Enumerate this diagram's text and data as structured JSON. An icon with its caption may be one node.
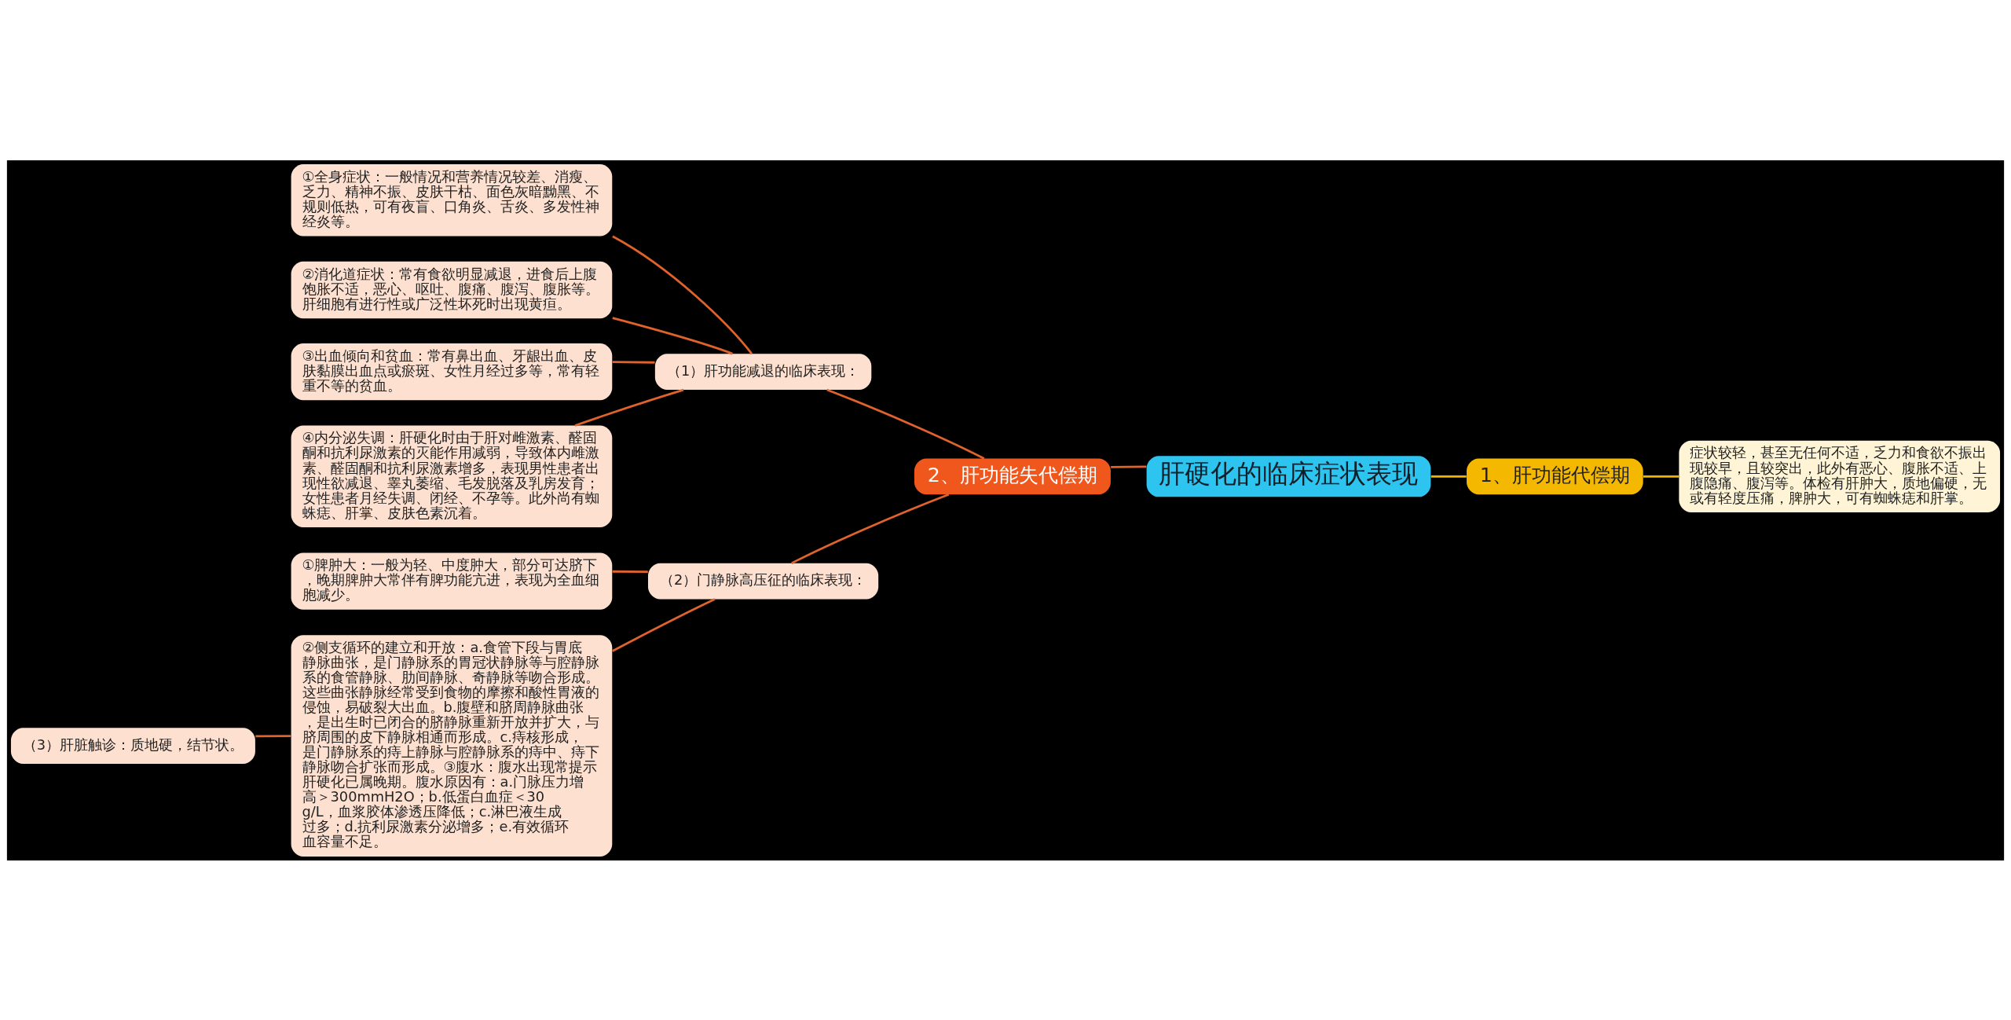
{
  "diagram": {
    "nodes": [
      {
        "text": [
          "肝硬化的临床症状表现"
        ]
      },
      {
        "text": [
          "1、肝功能代偿期"
        ]
      },
      {
        "text": [
          "症状较轻，甚至无任何不适，乏力和食欲不振出现较早，且较突出，此外有恶心、腹胀不适、上腹隐痛、腹泻等。体检有肝肿大，质地偏硬，无或有轻度压痛，脾肿大，可有蜘蛛痣和肝掌。"
        ]
      },
      {
        "text": [
          "2、肝功能失代偿期"
        ]
      },
      {
        "text": [
          "（1）肝功能减退的临床表现："
        ]
      },
      {
        "text": [
          "①全身症状：一般情况和营养情况较差、消瘦、乏力、精神不振、皮肤干枯、面色灰暗黝黑、不规则低热，可有夜盲、口角炎、舌炎、多发性神经炎等。"
        ]
      },
      {
        "text": [
          "②消化道症状：常有食欲明显减退，进食后上腹饱胀不适，恶心、呕吐、腹痛、腹泻、腹胀等。肝细胞有进行性或广泛性坏死时出现黄疸。"
        ]
      },
      {
        "text": [
          "③出血倾向和贫血：常有鼻出血、牙龈出血、皮肤黏膜出血点或瘀斑、女性月经过多等，常有轻重不等的贫血。"
        ]
      },
      {
        "text": [
          "④内分泌失调：肝硬化时由于肝对雌激素、醛固酮和抗利尿激素的灭能作用减弱，导致体内雌激素、醛固酮和抗利尿激素增多，表现男性患者出现性欲减退、睾丸萎缩、毛发脱落及乳房发育；女性患者月经失调、闭经、不孕等。此外尚有蜘蛛痣、肝掌、皮肤色素沉着。"
        ]
      },
      {
        "text": [
          "（2）门静脉高压征的临床表现："
        ]
      },
      {
        "text": [
          "①脾肿大：一般为轻、中度肿大，部分可达脐下，晚期脾肿大常伴有脾功能亢进，表现为全血细胞减少。"
        ]
      },
      {
        "text": [
          "②侧支循环的建立和开放：a.食管下段与胃底静脉曲张，是门静脉系的胃冠状静脉等与腔静脉系的食管静脉、肋间静脉、奇静脉等吻合形成。这些曲张静脉经常受到食物的摩擦和酸性胃液的侵蚀，易破裂大出血。b.腹壁和脐周静脉曲张，是出生时已闭合的脐静脉重新开放并扩大，与脐周围的皮下静脉相通而形成。c.痔核形成，是门静脉系的痔上静脉与腔静脉系的痔中、痔下静脉吻合扩张而形成。③腹水：腹水出现常提示肝硬化已属晚期。腹水原因有：a.门脉压力增高＞300mmH2O；b.低蛋白血症＜30g/L，血浆胶体渗透压降低；c.淋巴液生成过多；d.抗利尿激素分泌增多；e.有效循环血容量不足。"
        ]
      },
      {
        "text": [
          "（3）肝脏触诊：质地硬，结节状。"
        ]
      }
    ],
    "edges": [
      {
        "from": 0,
        "to": 1,
        "arrow": "none",
        "color": "#f0b400"
      },
      {
        "from": 1,
        "to": 2,
        "arrow": "none",
        "color": "#f0b400"
      },
      {
        "from": 0,
        "to": 3,
        "arrow": "none"
      },
      {
        "from": 3,
        "to": 4,
        "arrow": "none"
      },
      {
        "from": 4,
        "to": 5,
        "arrow": "none"
      },
      {
        "from": 4,
        "to": 6,
        "arrow": "none"
      },
      {
        "from": 4,
        "to": 7,
        "arrow": "none"
      },
      {
        "from": 4,
        "to": 8,
        "arrow": "none"
      },
      {
        "from": 3,
        "to": 9,
        "arrow": "none"
      },
      {
        "from": 9,
        "to": 10,
        "arrow": "none"
      },
      {
        "from": 9,
        "to": 11,
        "arrow": "none"
      },
      {
        "from": 11,
        "to": 12,
        "arrow": "none"
      }
    ]
  }
}
